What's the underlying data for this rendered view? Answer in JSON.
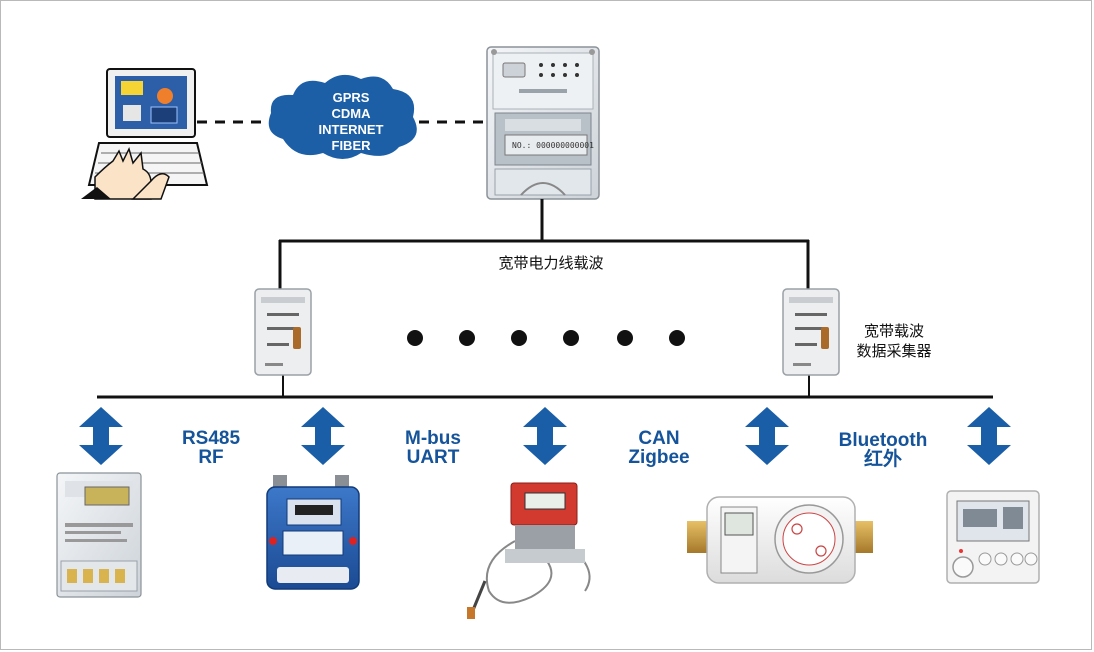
{
  "cloud": {
    "lines": [
      "GPRS",
      "CDMA",
      "INTERNET",
      "FIBER"
    ]
  },
  "bus": {
    "label": "宽带电力线载波"
  },
  "collector": {
    "label_lines": [
      "宽带载波",
      "数据采集器"
    ]
  },
  "meter": {
    "id_text": "NO.: 000000000001"
  },
  "protocols": [
    {
      "lines": [
        "RS485",
        "RF"
      ]
    },
    {
      "lines": [
        "M-bus",
        "UART"
      ]
    },
    {
      "lines": [
        "CAN",
        "Zigbee"
      ]
    },
    {
      "lines": [
        "Bluetooth",
        "红外"
      ]
    }
  ],
  "colors": {
    "accent": "#15549a",
    "arrow": "#1a5ea8",
    "cloud": "#1c5fa6",
    "line": "#111111"
  },
  "devices": [
    "electricity-meter",
    "gas-meter",
    "heat-meter",
    "water-meter",
    "thermostat"
  ],
  "icons": [
    "computer-icon",
    "cloud-icon",
    "smart-meter-icon",
    "collector-icon",
    "double-arrow-icon"
  ]
}
